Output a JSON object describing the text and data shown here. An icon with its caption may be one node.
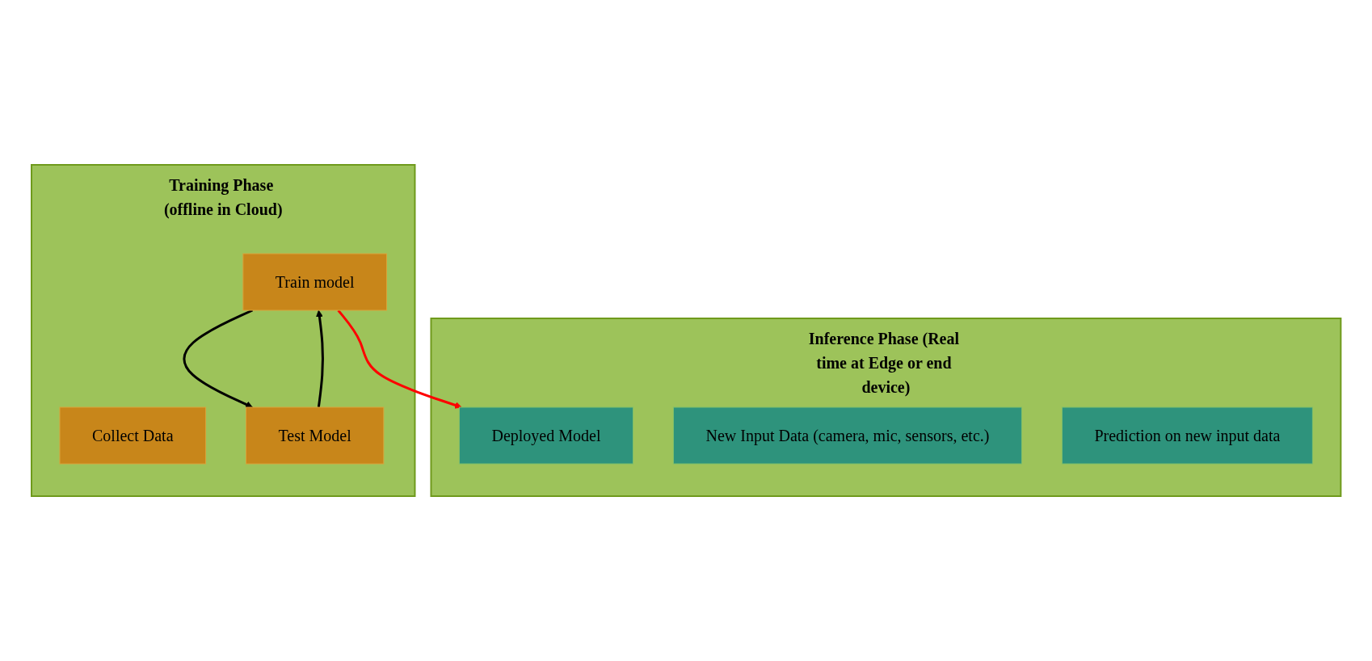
{
  "diagram": {
    "nodes": [
      {
        "text": [
          "Training Phase (offline in Cloud)"
        ]
      },
      {
        "text": [
          "Collect Data"
        ],
        "in": 0
      },
      {
        "text": [
          "Train model"
        ],
        "in": 0
      },
      {
        "text": [
          "Test Model"
        ],
        "in": 0
      },
      {
        "text": [
          "Inference Phase (Real time at Edge or end device)"
        ]
      },
      {
        "text": [
          "New Input Data (camera, mic, sensors, etc.)"
        ],
        "in": 4
      },
      {
        "text": [
          "Deployed Model"
        ],
        "in": 4
      },
      {
        "text": [
          "Prediction on new input data"
        ],
        "in": 4
      }
    ],
    "edges": [
      {
        "from": 2,
        "to": 3,
        "arrow": "to"
      },
      {
        "from": 3,
        "to": 2,
        "arrow": "to"
      },
      {
        "from": 2,
        "to": 6,
        "arrow": "to",
        "color": "#ff0000"
      }
    ]
  }
}
